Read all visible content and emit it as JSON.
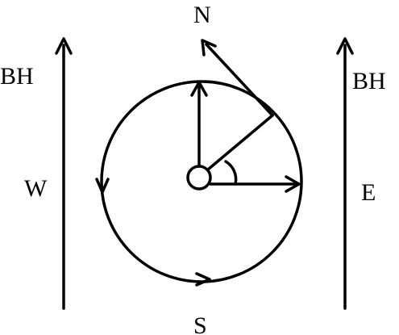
{
  "diagram": {
    "labels": {
      "north": "N",
      "south": "S",
      "east": "E",
      "west": "W",
      "field_left": "BH",
      "field_right": "BH"
    },
    "colors": {
      "ink": "#000000",
      "background": "#ffffff"
    }
  }
}
